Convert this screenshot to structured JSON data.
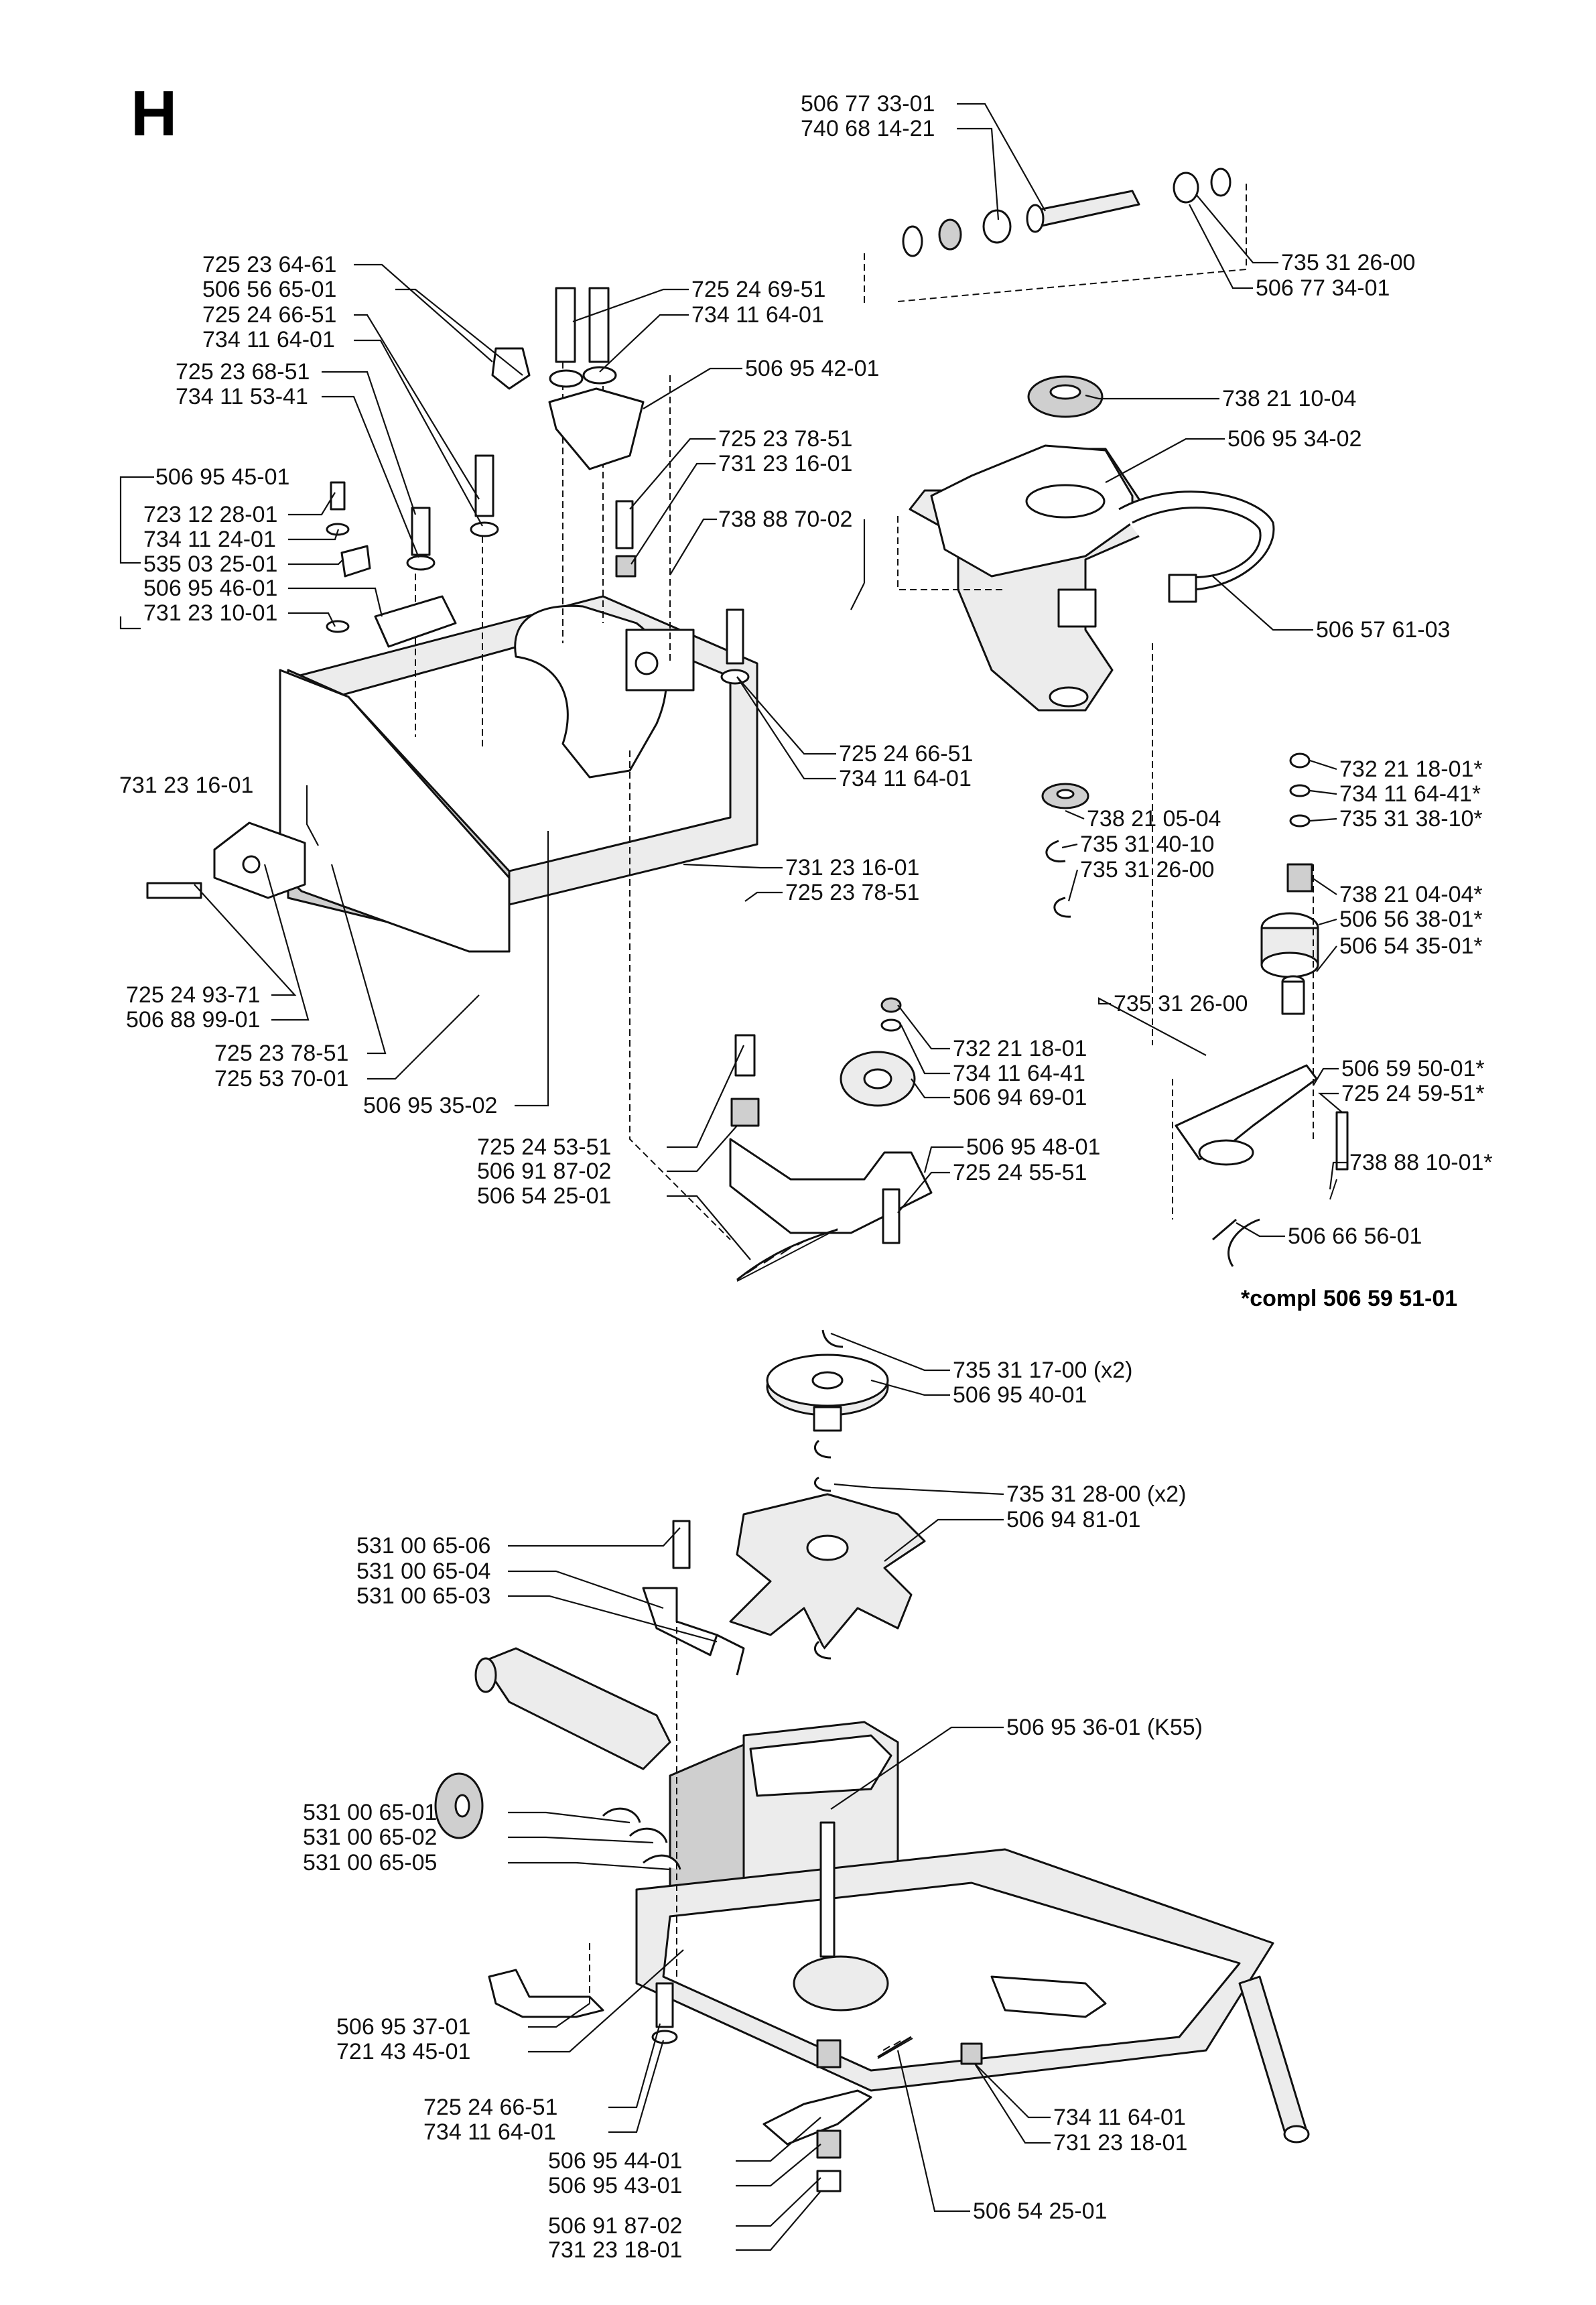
{
  "section_letter": "H",
  "footnote": "*compl 506 59 51-01",
  "labels": {
    "p506773301": "506 77 33-01",
    "p740681421": "740 68 14-21",
    "p735312600a": "735 31 26-00",
    "p506773401": "506 77 34-01",
    "p725236461": "725 23 64-61",
    "p506566501": "506 56 65-01",
    "p725246951": "725 24 69-51",
    "p734116401a": "734 11 64-01",
    "p725246651a": "725 24 66-51",
    "p734116401b": "734 11 64-01",
    "p506954201": "506 95 42-01",
    "p725236851": "725 23 68-51",
    "p734115341": "734 11 53-41",
    "p725237851a": "725 23 78-51",
    "p731231601a": "731 23 16-01",
    "p506954501": "506 95 45-01",
    "p723122801": "723 12 28-01",
    "p734112401": "734 11 24-01",
    "p535032501": "535 03 25-01",
    "p506954601": "506 95 46-01",
    "p731231001": "731 23 10-01",
    "p738887002": "738 88 70-02",
    "p738211004": "738 21 10-04",
    "p506953402": "506 95 34-02",
    "p506576103": "506 57 61-03",
    "p725246651b": "725 24 66-51",
    "p734116401c": "734 11 64-01",
    "p731231601b": "731 23 16-01",
    "p738210504": "738 21 05-04",
    "p735314010": "735 31 40-10",
    "p735312600b": "735 31 26-00",
    "p732211801s": "732 21 18-01*",
    "p734116441s": "734 11 64-41*",
    "p735313810s": "735 31 38-10*",
    "p738210404s": "738 21 04-04*",
    "p506563801s": "506 56 38-01*",
    "p506543501s": "506 54 35-01*",
    "p731231601c": "731 23 16-01",
    "p725237851b": "725 23 78-51",
    "p725249371": "725 24 93-71",
    "p506889901": "506 88 99-01",
    "p725237851c": "725 23 78-51",
    "p725537001": "725 53 70-01",
    "p506953502": "506 95 35-02",
    "p735312600c": "735 31 26-00",
    "p732211801": "732 21 18-01",
    "p734116441": "734 11 64-41",
    "p506946901": "506 94 69-01",
    "p506595001s": "506 59 50-01*",
    "p725245951s": "725 24 59-51*",
    "p725245351": "725 24 53-51",
    "p506918702a": "506 91 87-02",
    "p506954801": "506 95 48-01",
    "p725245551": "725 24 55-51",
    "p738881001s": "738 88 10-01*",
    "p506542501a": "506 54 25-01",
    "p506665601": "506 66 56-01",
    "p735311700": "735 31 17-00 (x2)",
    "p506954001": "506 95 40-01",
    "p735312800": "735 31 28-00 (x2)",
    "p506948101": "506 94 81-01",
    "p531006506": "531 00 65-06",
    "p531006504": "531 00 65-04",
    "p531006503": "531 00 65-03",
    "p506953601": "506 95 36-01 (K55)",
    "p531006501": "531 00 65-01",
    "p531006502": "531 00 65-02",
    "p531006505": "531 00 65-05",
    "p506953701": "506 95 37-01",
    "p721434501": "721 43 45-01",
    "p725246651c": "725 24 66-51",
    "p734116401d": "734 11 64-01",
    "p734116401e": "734 11 64-01",
    "p731231801a": "731 23 18-01",
    "p506954401": "506 95 44-01",
    "p506954301": "506 95 43-01",
    "p506542501b": "506 54 25-01",
    "p506918702b": "506 91 87-02",
    "p731231801b": "731 23 18-01"
  }
}
